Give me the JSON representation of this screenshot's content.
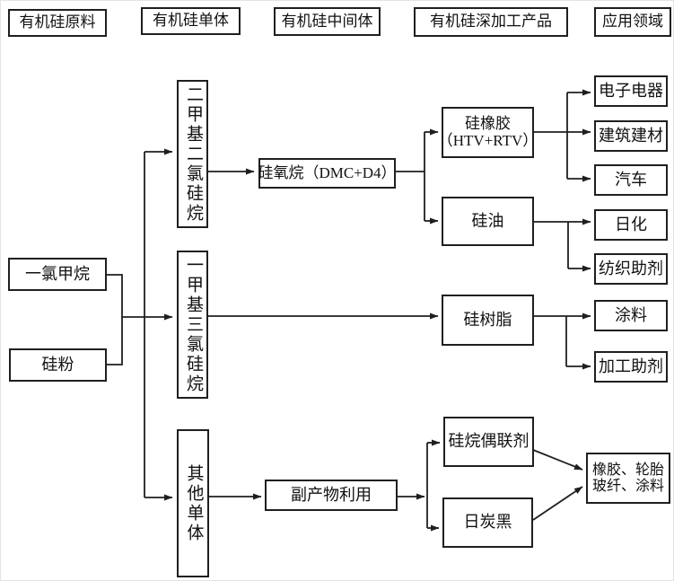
{
  "colors": {
    "line": "#1f1f1f",
    "background": "#ffffff"
  },
  "headers": {
    "raw_material": "有机硅原料",
    "monomer": "有机硅单体",
    "intermediate": "有机硅中间体",
    "deep_processed": "有机硅深加工产品",
    "application": "应用领域"
  },
  "nodes": {
    "chloromethane": "一氯甲烷",
    "silicon_powder": "硅粉",
    "dimethyl_dichlorosilane": "二甲基二氯硅烷",
    "monomethyl_trichlorosilane": "一甲基三氯硅烷",
    "other_monomers": "其他单体",
    "siloxane": "硅氧烷（DMC+D4）",
    "byproduct_utilization": "副产物利用",
    "silicone_rubber_line1": "硅橡胶",
    "silicone_rubber_line2": "（HTV+RTV）",
    "silicone_oil": "硅油",
    "silicone_resin": "硅树脂",
    "silane_coupling_agent": "硅烷偶联剂",
    "carbon_black": "日炭黑",
    "electronics": "电子电器",
    "construction_materials": "建筑建材",
    "automobile": "汽车",
    "daily_chemicals": "日化",
    "textile_auxiliaries": "纺织助剂",
    "coatings": "涂料",
    "processing_aids": "加工助剂",
    "rubber_tire_line1": "橡胶、轮胎",
    "rubber_tire_line2": "玻纤、涂料"
  }
}
